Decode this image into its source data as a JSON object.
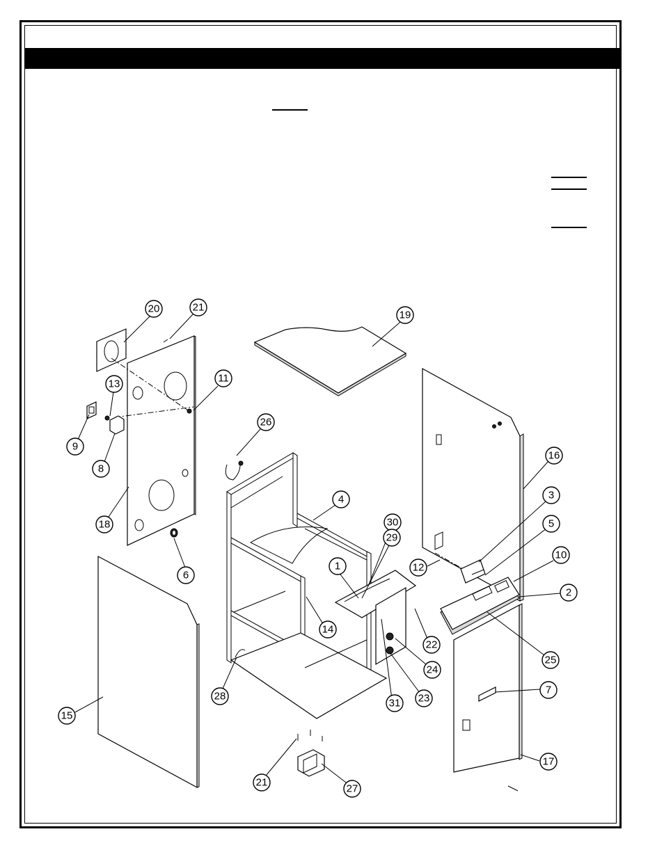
{
  "page": {
    "title_bar": "",
    "underline_blanks": 4
  },
  "colors": {
    "ink": "#000000",
    "paper": "#ffffff",
    "panel_edge": "#d9d9d9"
  },
  "diagram": {
    "type": "exploded-parts-view",
    "callouts": [
      {
        "id": "c20",
        "label": "20",
        "part": 20
      },
      {
        "id": "c21a",
        "label": "21",
        "part": 21
      },
      {
        "id": "c19",
        "label": "19",
        "part": 19
      },
      {
        "id": "c13",
        "label": "13",
        "part": 13
      },
      {
        "id": "c11",
        "label": "11",
        "part": 11
      },
      {
        "id": "c9",
        "label": "9",
        "part": 9
      },
      {
        "id": "c8",
        "label": "8",
        "part": 8
      },
      {
        "id": "c26",
        "label": "26",
        "part": 26
      },
      {
        "id": "c16",
        "label": "16",
        "part": 16
      },
      {
        "id": "c3",
        "label": "3",
        "part": 3
      },
      {
        "id": "c4",
        "label": "4",
        "part": 4
      },
      {
        "id": "c18",
        "label": "18",
        "part": 18
      },
      {
        "id": "c5",
        "label": "5",
        "part": 5
      },
      {
        "id": "c30",
        "label": "30",
        "part": 30
      },
      {
        "id": "c29",
        "label": "29",
        "part": 29
      },
      {
        "id": "c10",
        "label": "10",
        "part": 10
      },
      {
        "id": "c6",
        "label": "6",
        "part": 6
      },
      {
        "id": "c12",
        "label": "12",
        "part": 12
      },
      {
        "id": "c1",
        "label": "1",
        "part": 1
      },
      {
        "id": "c2",
        "label": "2",
        "part": 2
      },
      {
        "id": "c14",
        "label": "14",
        "part": 14
      },
      {
        "id": "c22",
        "label": "22",
        "part": 22
      },
      {
        "id": "c25",
        "label": "25",
        "part": 25
      },
      {
        "id": "c24",
        "label": "24",
        "part": 24
      },
      {
        "id": "c7",
        "label": "7",
        "part": 7
      },
      {
        "id": "c28",
        "label": "28",
        "part": 28
      },
      {
        "id": "c15",
        "label": "15",
        "part": 15
      },
      {
        "id": "c31",
        "label": "31",
        "part": 31
      },
      {
        "id": "c23",
        "label": "23",
        "part": 23
      },
      {
        "id": "c17",
        "label": "17",
        "part": 17
      },
      {
        "id": "c21b",
        "label": "21",
        "part": 21
      },
      {
        "id": "c27",
        "label": "27",
        "part": 27
      }
    ]
  }
}
